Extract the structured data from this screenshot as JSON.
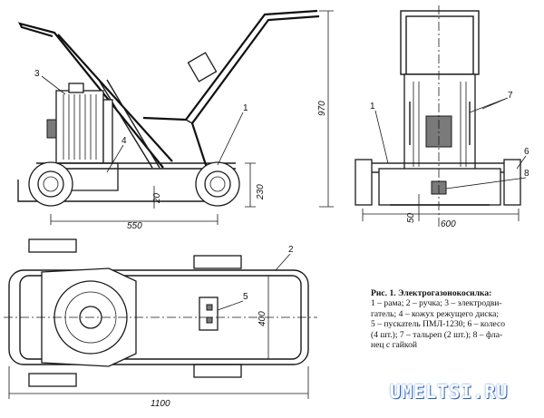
{
  "caption": {
    "title": "Рис. 1. Электрогазонокосилка:",
    "lines": [
      "1 – рама; 2 – ручка; 3 – электродви-",
      "гатель; 4 – кожух режущего диска;",
      "5 – пускатель ПМЛ-1230; 6 – колесо",
      "(4 шт.); 7 – тальреп (2 шт.); 8 – фла-",
      "нец с гайкой"
    ]
  },
  "dimensions": {
    "height_total": "970",
    "wheelbase": "550",
    "clearance": "20",
    "axle_height": "230",
    "track": "600",
    "flange_height": "50",
    "width": "400",
    "length": "1100"
  },
  "callouts": {
    "frame": "1",
    "handle": "2",
    "motor": "3",
    "cover": "4",
    "starter": "5",
    "wheel": "6",
    "turnbuckle": "7",
    "flange": "8"
  },
  "watermark": "UMELTSI.RU"
}
